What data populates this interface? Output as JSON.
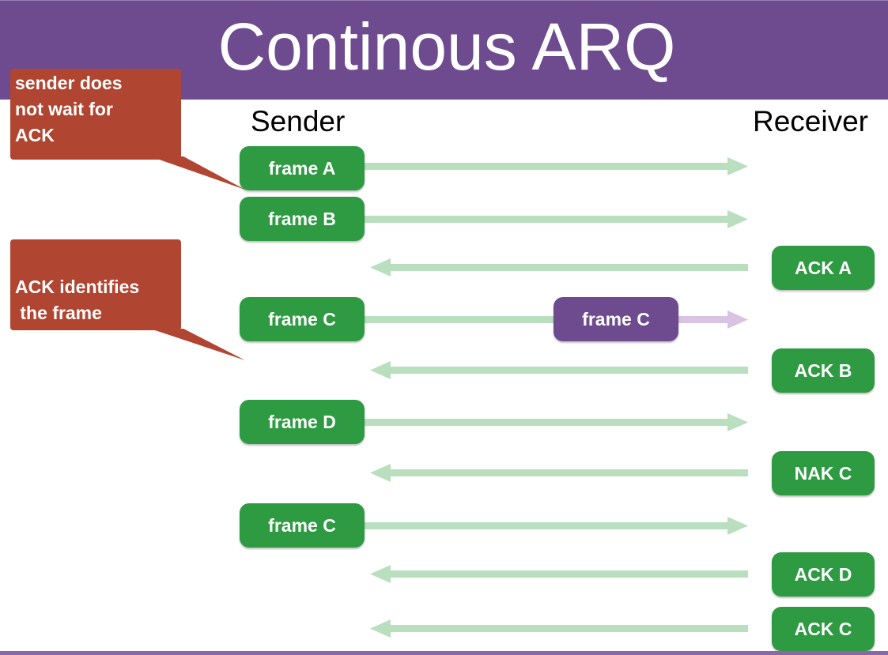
{
  "title": "Continous ARQ",
  "columns": {
    "sender": "Sender",
    "receiver": "Receiver"
  },
  "callouts": [
    {
      "lines": [
        "sender does",
        "not wait for",
        "ACK"
      ]
    },
    {
      "lines": [
        "ACK identifies",
        " the frame"
      ]
    }
  ],
  "sender_boxes": [
    "frame A",
    "frame B",
    "frame C",
    "frame D",
    "frame C"
  ],
  "receiver_boxes": [
    "ACK A",
    "ACK B",
    "NAK C",
    "ACK D",
    "ACK C"
  ],
  "in_transit_box": "frame C",
  "colors": {
    "title_bar": "#6e4a8e",
    "box_green": "#2e9a42",
    "box_purple": "#6e4a8e",
    "arrow_green": "#b9dfbe",
    "arrow_purple": "#d8c3e3",
    "callout": "#b04632"
  },
  "messages": [
    {
      "direction": "sender-to-receiver",
      "label": "frame A"
    },
    {
      "direction": "sender-to-receiver",
      "label": "frame B"
    },
    {
      "direction": "receiver-to-sender",
      "label": "ACK A"
    },
    {
      "direction": "sender-to-receiver",
      "label": "frame C",
      "note": "in transit"
    },
    {
      "direction": "receiver-to-sender",
      "label": "ACK B"
    },
    {
      "direction": "sender-to-receiver",
      "label": "frame D"
    },
    {
      "direction": "receiver-to-sender",
      "label": "NAK C"
    },
    {
      "direction": "sender-to-receiver",
      "label": "frame C"
    },
    {
      "direction": "receiver-to-sender",
      "label": "ACK D"
    },
    {
      "direction": "receiver-to-sender",
      "label": "ACK C"
    }
  ]
}
